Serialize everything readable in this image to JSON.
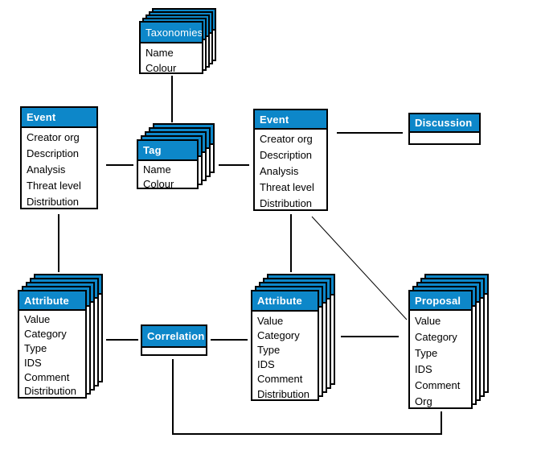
{
  "diagram": {
    "colors": {
      "header_bg": "#0d87c9",
      "header_text": "#ffffff",
      "body_text": "#000000",
      "border": "#000000",
      "background": "#ffffff"
    },
    "nodes": [
      {
        "id": "taxonomies",
        "title": "Taxonomies",
        "stacked": true,
        "stack_count": 5,
        "fields": [
          "Name",
          "Colour"
        ]
      },
      {
        "id": "event-left",
        "title": "Event",
        "stacked": false,
        "fields": [
          "Creator org",
          "Description",
          "Analysis",
          "Threat level",
          "Distribution"
        ]
      },
      {
        "id": "tag",
        "title": "Tag",
        "stacked": true,
        "stack_count": 5,
        "fields": [
          "Name",
          "Colour"
        ]
      },
      {
        "id": "event-right",
        "title": "Event",
        "stacked": false,
        "fields": [
          "Creator org",
          "Description",
          "Analysis",
          "Threat level",
          "Distribution"
        ]
      },
      {
        "id": "discussion",
        "title": "Discussion",
        "stacked": false,
        "fields": []
      },
      {
        "id": "attribute-left",
        "title": "Attribute",
        "stacked": true,
        "stack_count": 5,
        "fields": [
          "Value",
          "Category",
          "Type",
          "IDS",
          "Comment",
          "Distribution"
        ]
      },
      {
        "id": "correlation",
        "title": "Correlation",
        "stacked": false,
        "fields": []
      },
      {
        "id": "attribute-center",
        "title": "Attribute",
        "stacked": true,
        "stack_count": 5,
        "fields": [
          "Value",
          "Category",
          "Type",
          "IDS",
          "Comment",
          "Distribution"
        ]
      },
      {
        "id": "proposal",
        "title": "Proposal",
        "stacked": true,
        "stack_count": 5,
        "fields": [
          "Value",
          "Category",
          "Type",
          "IDS",
          "Comment",
          "Org"
        ]
      }
    ],
    "connections": [
      {
        "from": "taxonomies",
        "to": "tag"
      },
      {
        "from": "event-left",
        "to": "tag"
      },
      {
        "from": "tag",
        "to": "event-right"
      },
      {
        "from": "event-right",
        "to": "discussion"
      },
      {
        "from": "event-left",
        "to": "attribute-left"
      },
      {
        "from": "event-right",
        "to": "attribute-center"
      },
      {
        "from": "event-right",
        "to": "proposal"
      },
      {
        "from": "attribute-left",
        "to": "correlation"
      },
      {
        "from": "correlation",
        "to": "attribute-center"
      },
      {
        "from": "attribute-center",
        "to": "proposal"
      },
      {
        "from": "correlation",
        "to": "proposal"
      }
    ]
  }
}
